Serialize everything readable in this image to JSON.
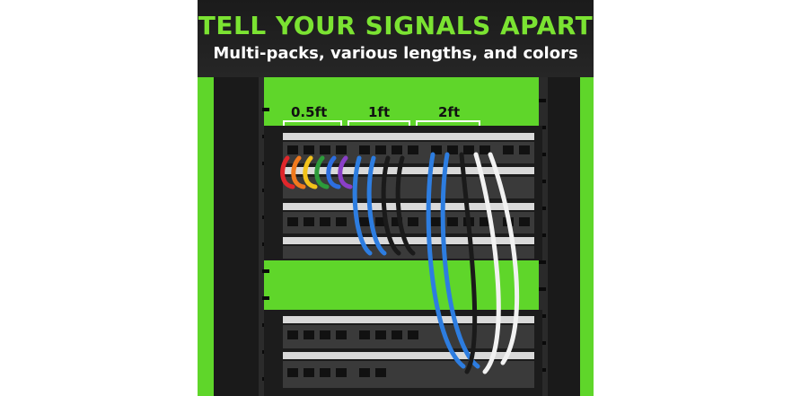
{
  "banner": {
    "headline": "TELL YOUR SIGNALS APART",
    "subline": "Multi-packs, various lengths, and colors"
  },
  "length_labels": [
    "0.5ft",
    "1ft",
    "2ft"
  ],
  "colors": {
    "brand_green": "#5fd62a",
    "headline_green": "#7be332",
    "banner_dark": "#1f1f1f",
    "rack_black": "#181818",
    "cable_blue": "#2d7de0",
    "cable_black": "#1a1a1a",
    "cable_white": "#f2f2f2",
    "cable_short": [
      "#e0262b",
      "#f07a1e",
      "#f2c21a",
      "#2c9b3a",
      "#2d6ee0",
      "#8a3fc8"
    ]
  },
  "icons": [
    "network-patch-panel-icon",
    "ethernet-cable-icon"
  ]
}
